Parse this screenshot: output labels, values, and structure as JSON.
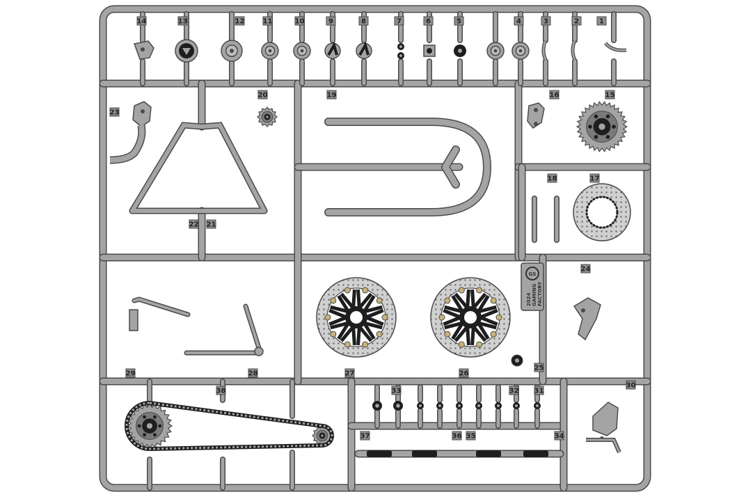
{
  "sprue": {
    "colors": {
      "plastic": "#a4a4a4",
      "outline": "#4a4a4a",
      "background": "#ffffff",
      "tag": "#8e8e8e",
      "metal_dark": "#1e1e1e",
      "bolt_gold": "#c9b37a",
      "disc": "#c8c8c8"
    },
    "part_numbers": [
      "1",
      "2",
      "3",
      "4",
      "5",
      "6",
      "7",
      "8",
      "9",
      "10",
      "11",
      "12",
      "13",
      "14",
      "15",
      "16",
      "17",
      "18",
      "19",
      "20",
      "21",
      "22",
      "23",
      "24",
      "25",
      "26",
      "27",
      "28",
      "29",
      "30",
      "31",
      "32",
      "33",
      "34",
      "35",
      "36",
      "37",
      "38"
    ],
    "brand": {
      "logo": "GS",
      "line1": "2024",
      "line2": "GAMING",
      "line3": "FACTORY"
    }
  }
}
